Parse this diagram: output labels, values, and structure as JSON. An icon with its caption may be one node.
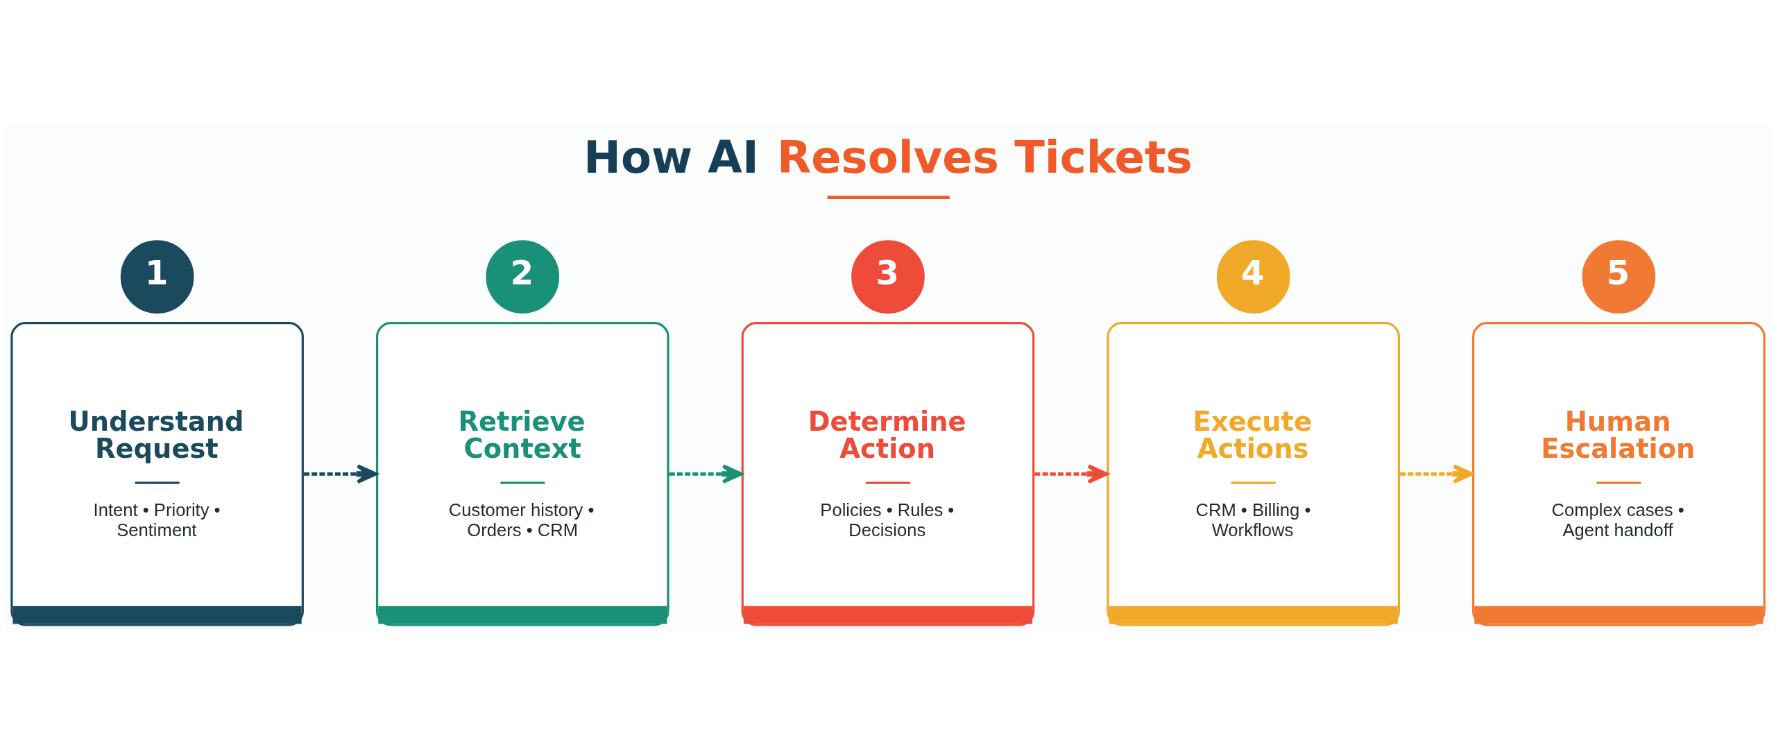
{
  "diagram": {
    "title": "How AI Resolves Tickets",
    "nodes": [
      {
        "text": [
          "1"
        ]
      },
      {
        "text": [
          "Understand Request",
          "Intent • Priority • Sentiment"
        ]
      },
      {
        "text": [
          "2"
        ]
      },
      {
        "text": [
          "Retrieve Context",
          "Customer history • Orders • CRM"
        ]
      },
      {
        "text": [
          "3"
        ]
      },
      {
        "text": [
          "Determine Action",
          "Policies • Rules • Decisions"
        ]
      },
      {
        "text": [
          "4"
        ]
      },
      {
        "text": [
          "Execute Actions",
          "CRM • Billing • Workflows"
        ]
      },
      {
        "text": [
          "5"
        ]
      },
      {
        "text": [
          "Human Escalation",
          "Complex cases • Agent handoff"
        ]
      }
    ],
    "edges": [
      {
        "from": 1,
        "to": 3,
        "arrow": "to",
        "style": "dashed",
        "color": "#1b4a5e"
      },
      {
        "from": 3,
        "to": 5,
        "arrow": "to",
        "style": "dashed",
        "color": "#1a9079"
      },
      {
        "from": 5,
        "to": 7,
        "arrow": "to",
        "style": "dashed",
        "color": "#ee4b3a"
      },
      {
        "from": 7,
        "to": 9,
        "arrow": "to",
        "style": "dashed",
        "color": "#f0a928"
      }
    ]
  }
}
